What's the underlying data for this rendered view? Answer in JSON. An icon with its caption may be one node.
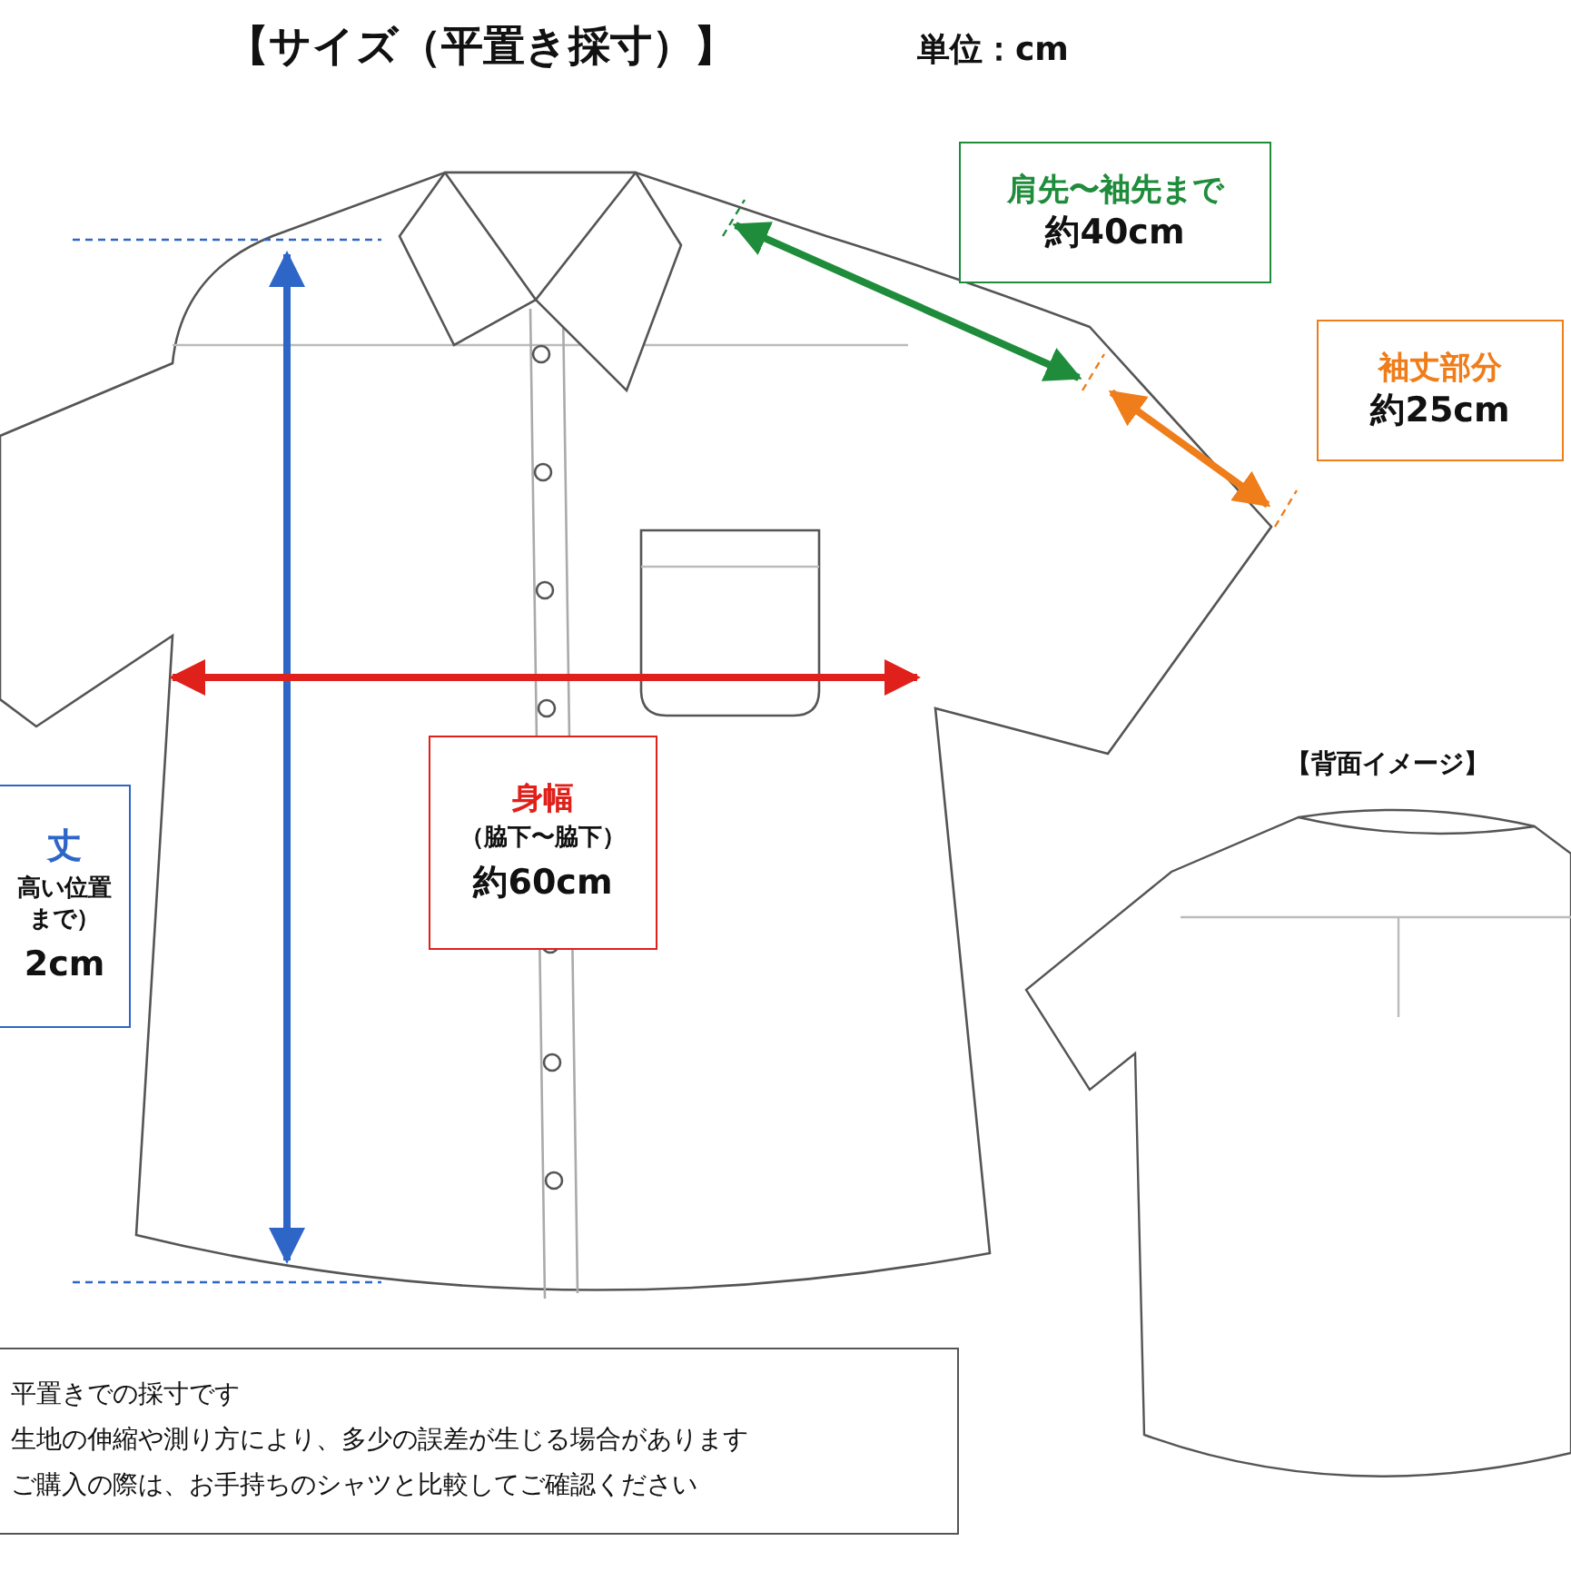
{
  "diagram": {
    "title": "【サイズ（平置き採寸）】",
    "nodes": [
      {
        "text": [
          "肩先〜袖先まで",
          "約40cm"
        ]
      },
      {
        "text": [
          "袖丈部分",
          "約25cm"
        ]
      },
      {
        "text": [
          "丈",
          "高い位置まで）",
          "2cm"
        ]
      },
      {
        "text": [
          "身幅",
          "（脇下〜脇下）",
          "約60cm"
        ]
      },
      {
        "text": [
          "平置きでの採寸です",
          "生地の伸縮や測り方により、多少の誤差が生じる場合があります",
          "ご購入の際は、お手持ちのシャツと比較してご確認ください"
        ]
      }
    ],
    "labels": [
      "単位：cm",
      "【背面イメージ】"
    ]
  }
}
